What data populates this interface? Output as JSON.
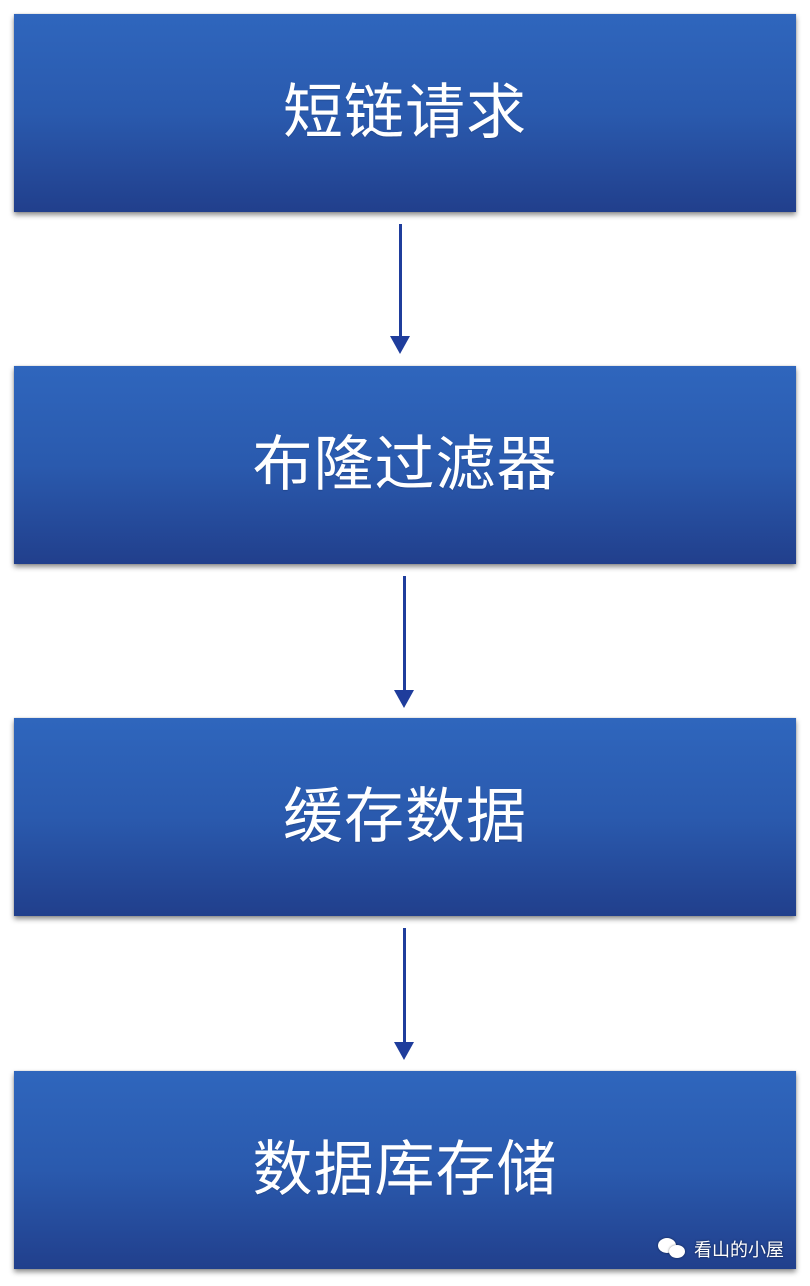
{
  "diagram": {
    "steps": [
      {
        "label": "短链请求"
      },
      {
        "label": "布隆过滤器"
      },
      {
        "label": "缓存数据"
      },
      {
        "label": "数据库存储"
      }
    ],
    "arrows": [
      "down",
      "down",
      "down"
    ]
  },
  "watermark": {
    "text": "看山的小屋",
    "icon": "wechat-icon"
  },
  "colors": {
    "box_top": "#2f66bd",
    "box_bottom": "#213f8c",
    "arrow": "#1f3d9c",
    "text": "#ffffff"
  }
}
